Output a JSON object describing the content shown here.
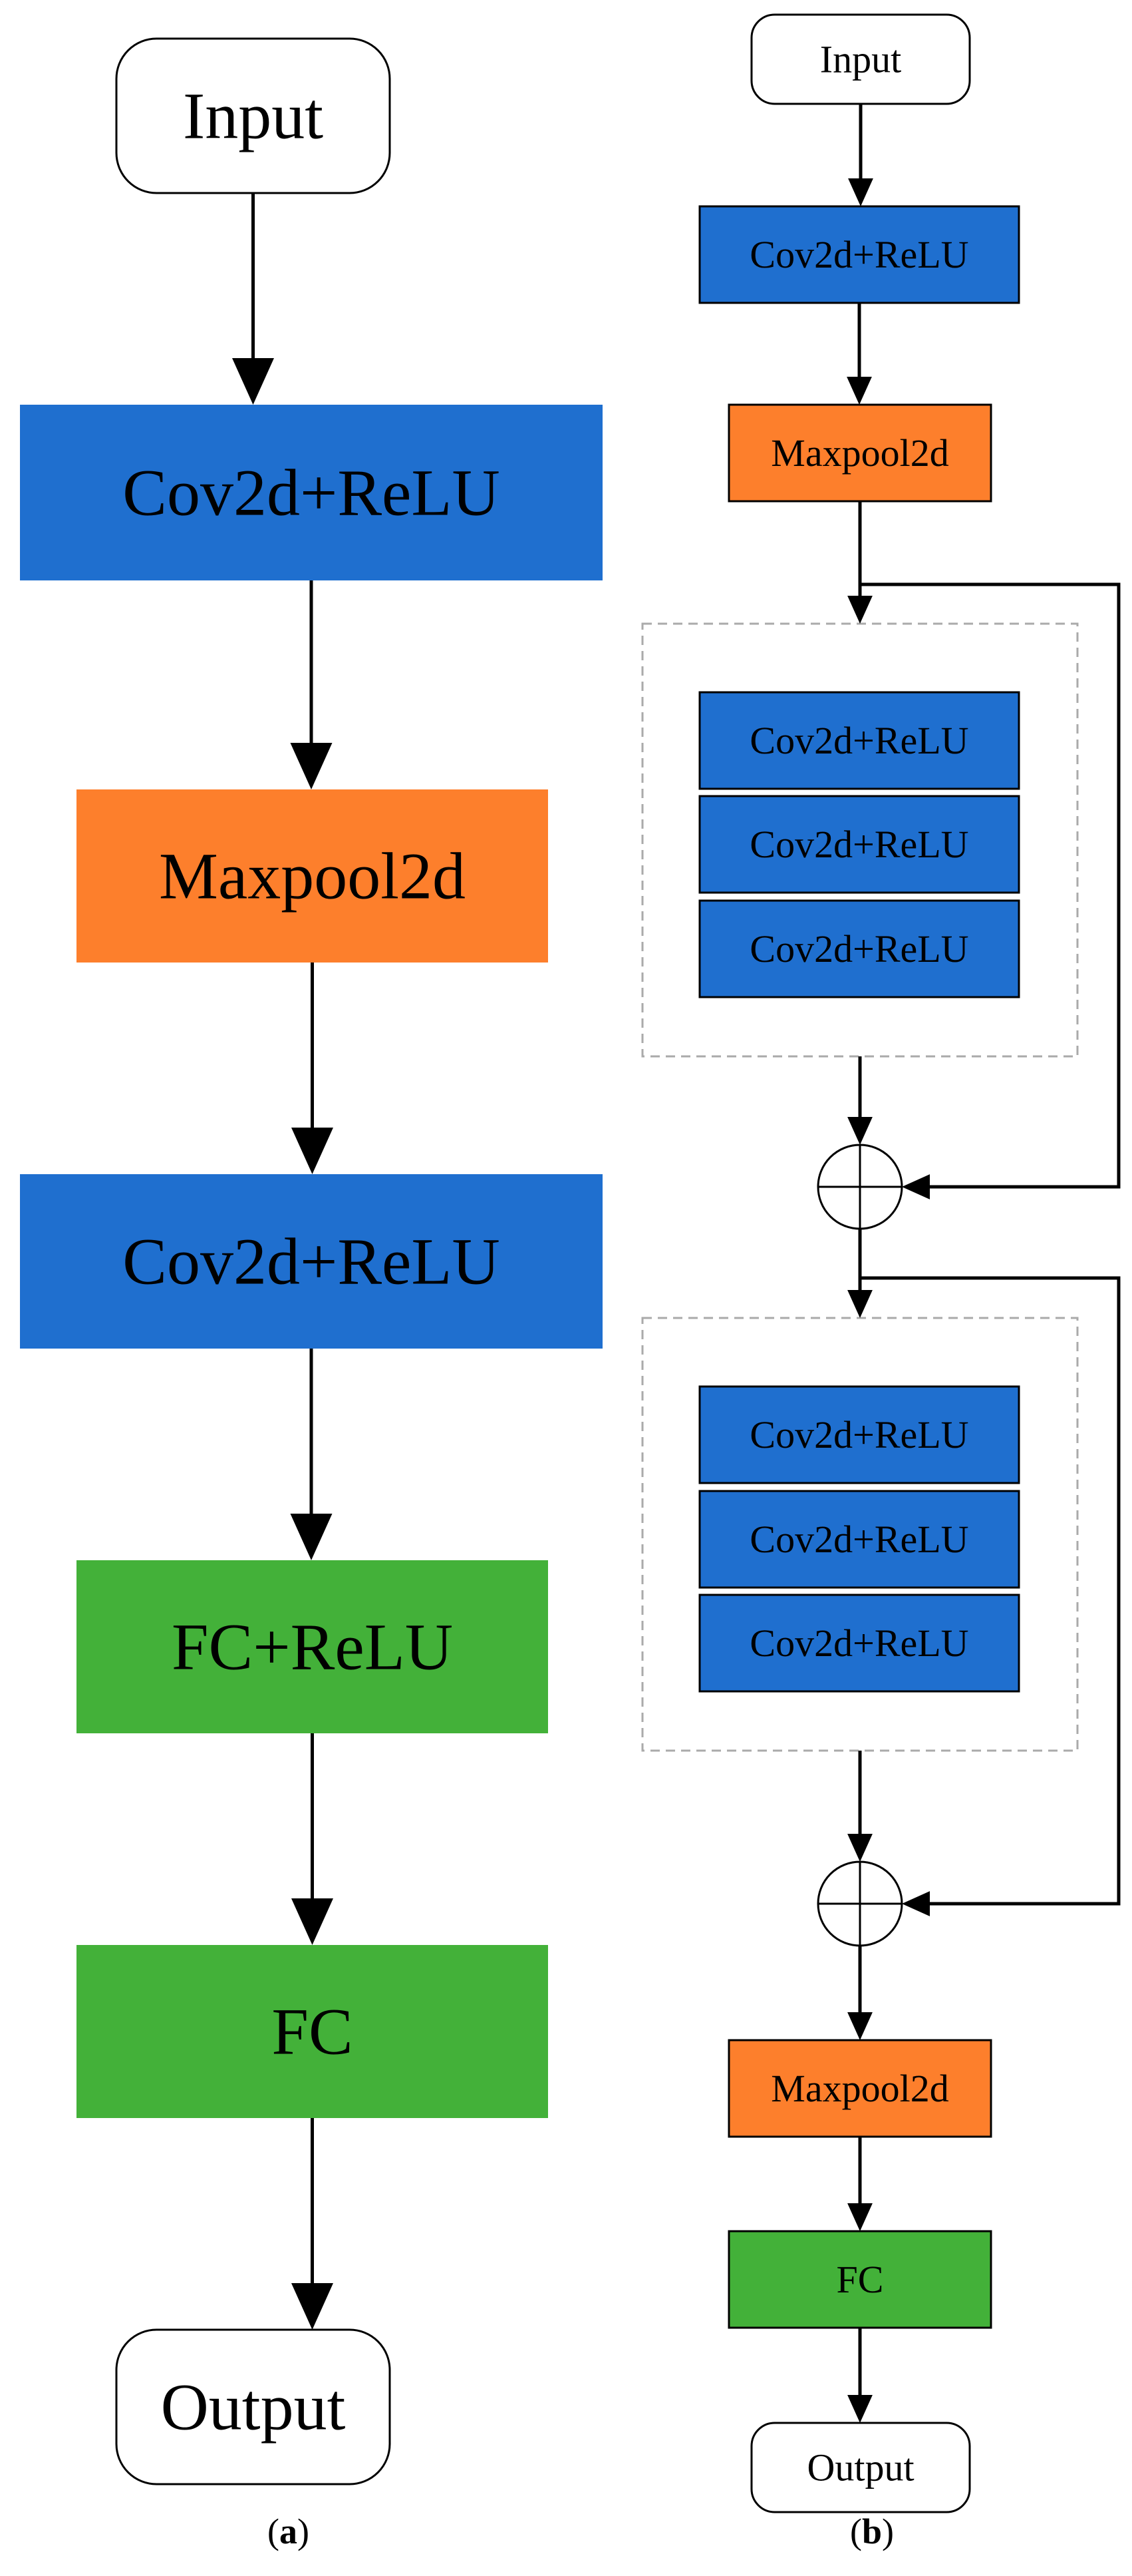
{
  "colors": {
    "conv": "#1f6fcf",
    "pool": "#fd7f2c",
    "fc": "#43b139",
    "terminal_fill": "#ffffff",
    "stroke": "#000000",
    "dashed_group": "#aaaaaa"
  },
  "diagram_a": {
    "caption_paren_open": "(",
    "caption_letter": "a",
    "caption_paren_close": ")",
    "nodes": [
      {
        "id": "a_input",
        "type": "terminal",
        "label": "Input"
      },
      {
        "id": "a_conv1",
        "type": "conv",
        "label": "Cov2d+ReLU"
      },
      {
        "id": "a_pool1",
        "type": "pool",
        "label": "Maxpool2d"
      },
      {
        "id": "a_conv2",
        "type": "conv",
        "label": "Cov2d+ReLU"
      },
      {
        "id": "a_fc1",
        "type": "fc",
        "label": "FC+ReLU"
      },
      {
        "id": "a_fc2",
        "type": "fc",
        "label": "FC"
      },
      {
        "id": "a_output",
        "type": "terminal",
        "label": "Output"
      }
    ]
  },
  "diagram_b": {
    "caption_paren_open": "(",
    "caption_letter": "b",
    "caption_paren_close": ")",
    "nodes": [
      {
        "id": "b_input",
        "type": "terminal",
        "label": "Input"
      },
      {
        "id": "b_conv1",
        "type": "conv",
        "label": "Cov2d+ReLU"
      },
      {
        "id": "b_pool1",
        "type": "pool",
        "label": "Maxpool2d"
      },
      {
        "id": "b_res1_conv1",
        "type": "conv",
        "label": "Cov2d+ReLU"
      },
      {
        "id": "b_res1_conv2",
        "type": "conv",
        "label": "Cov2d+ReLU"
      },
      {
        "id": "b_res1_conv3",
        "type": "conv",
        "label": "Cov2d+ReLU"
      },
      {
        "id": "b_add1",
        "type": "add",
        "label": ""
      },
      {
        "id": "b_res2_conv1",
        "type": "conv",
        "label": "Cov2d+ReLU"
      },
      {
        "id": "b_res2_conv2",
        "type": "conv",
        "label": "Cov2d+ReLU"
      },
      {
        "id": "b_res2_conv3",
        "type": "conv",
        "label": "Cov2d+ReLU"
      },
      {
        "id": "b_add2",
        "type": "add",
        "label": ""
      },
      {
        "id": "b_pool2",
        "type": "pool",
        "label": "Maxpool2d"
      },
      {
        "id": "b_fc",
        "type": "fc",
        "label": "FC"
      },
      {
        "id": "b_output",
        "type": "terminal",
        "label": "Output"
      }
    ],
    "groups": [
      {
        "id": "b_res_block_1",
        "members": [
          "b_res1_conv1",
          "b_res1_conv2",
          "b_res1_conv3"
        ]
      },
      {
        "id": "b_res_block_2",
        "members": [
          "b_res2_conv1",
          "b_res2_conv2",
          "b_res2_conv3"
        ]
      }
    ],
    "skip_connections": [
      {
        "from": "b_pool1",
        "to": "b_add1"
      },
      {
        "from": "b_add1",
        "to": "b_add2"
      }
    ]
  }
}
